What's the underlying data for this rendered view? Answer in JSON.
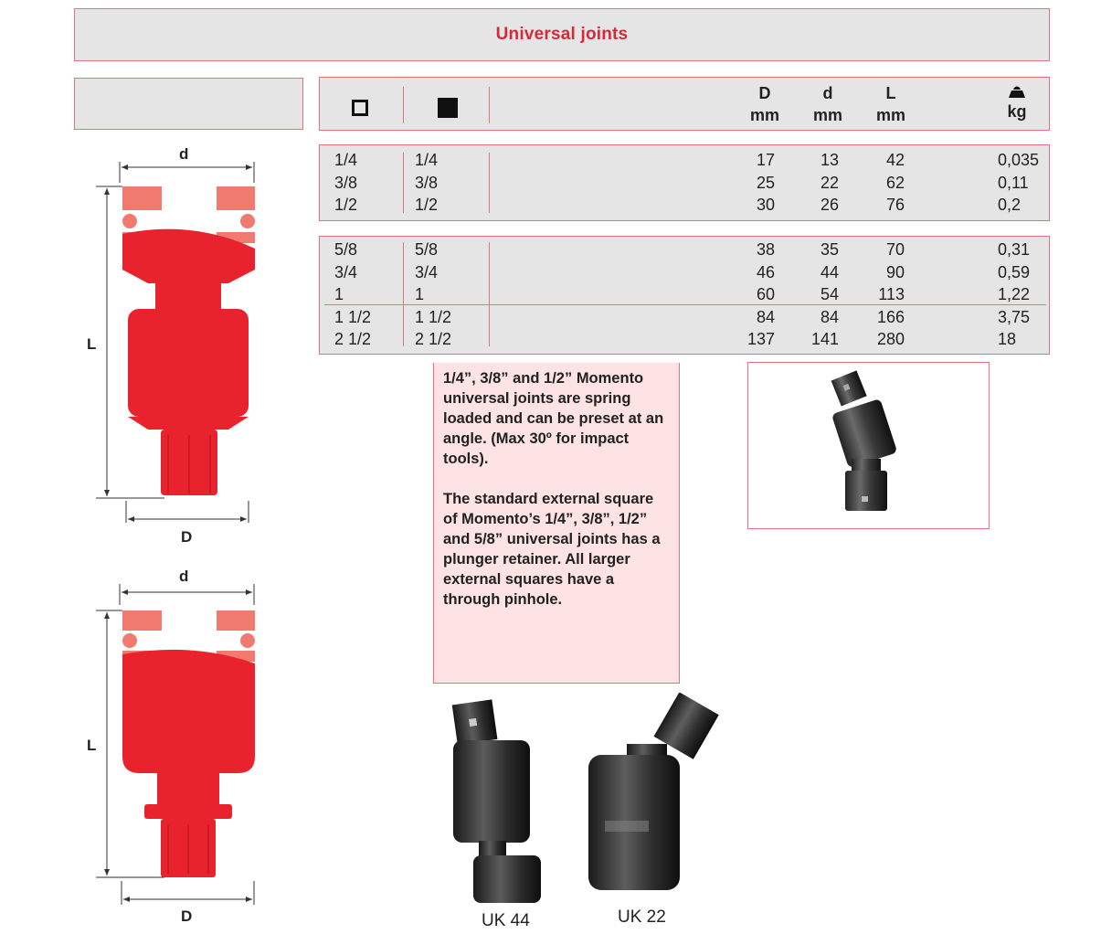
{
  "title": "Universal joints",
  "header": {
    "icon_open": "open-square-icon",
    "icon_filled": "filled-square-icon",
    "icon_weight": "weight-icon",
    "col_D": "D",
    "col_d": "d",
    "col_L": "L",
    "unit_D": "mm",
    "unit_d": "mm",
    "unit_L": "mm",
    "unit_weight": "kg"
  },
  "group1": [
    {
      "in": "1/4",
      "out": "1/4",
      "D": "17",
      "d": "13",
      "L": "42",
      "kg": "0,035"
    },
    {
      "in": "3/8",
      "out": "3/8",
      "D": "25",
      "d": "22",
      "L": "62",
      "kg": "0,11"
    },
    {
      "in": "1/2",
      "out": "1/2",
      "D": "30",
      "d": "26",
      "L": "76",
      "kg": "0,2"
    }
  ],
  "group2": [
    {
      "in": "5/8",
      "out": "5/8",
      "D": "38",
      "d": "35",
      "L": "70",
      "kg": "0,31"
    },
    {
      "in": "3/4",
      "out": "3/4",
      "D": "46",
      "d": "44",
      "L": "90",
      "kg": "0,59"
    },
    {
      "in": "1",
      "out": "1",
      "D": "60",
      "d": "54",
      "L": "113",
      "kg": "1,22"
    },
    {
      "in": "1 1/2",
      "out": "1 1/2",
      "D": "84",
      "d": "84",
      "L": "166",
      "kg": "3,75"
    },
    {
      "in": "2 1/2",
      "out": "2 1/2",
      "D": "137",
      "d": "141",
      "L": "280",
      "kg": "18"
    }
  ],
  "note": {
    "p1": "1/4”, 3/8” and 1/2” Momento universal joints are spring loaded and can be preset at an angle. (Max 30º for impact tools).",
    "p2": "The standard external square of Momento’s 1/4”, 3/8”, 1/2” and 5/8” universal joints has a plunger retainer. All larger external squares have a through pinhole."
  },
  "drawing1": {
    "top_label": "d",
    "side_label": "L",
    "bottom_label": "D"
  },
  "drawing2": {
    "top_label": "d",
    "side_label": "L",
    "bottom_label": "D"
  },
  "captions": {
    "left": "UK 44",
    "right": "UK 22"
  },
  "colors": {
    "accent": "#d8283c",
    "border": "#e8707b",
    "panel": "#e5e5e5",
    "note_bg": "#fde3e3",
    "part_red": "#e8232d",
    "part_light": "#f07a70"
  }
}
